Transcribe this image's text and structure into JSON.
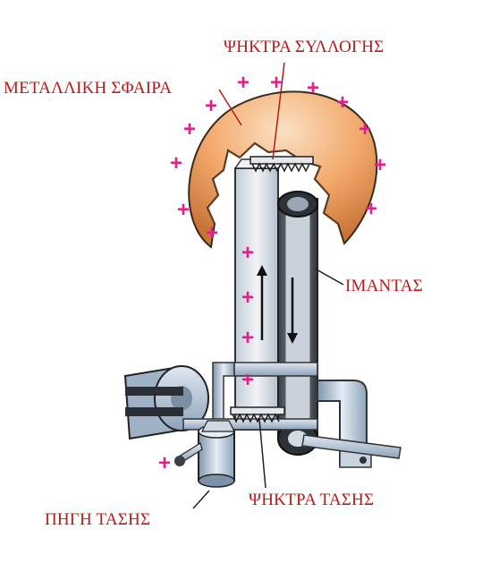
{
  "labels": {
    "collector_comb": "ΨΗΚΤΡΑ ΣΥΛΛΟΓΗΣ",
    "metal_sphere": "ΜΕΤΑΛΛΙΚΗ ΣΦΑΙΡΑ",
    "belt": "ΙΜΑΝΤΑΣ",
    "voltage_comb": "ΨΗΚΤΡΑ ΤΑΣΗΣ",
    "voltage_source": "ΠΗΓΗ ΤΑΣΗΣ"
  },
  "charge_symbol": "+",
  "colors": {
    "label": "#b81a1a",
    "charge": "#e0218a",
    "sphere": "#f2a86a",
    "metal": "#b9c9da",
    "belt": "#d6dde6",
    "dark": "#222222"
  }
}
